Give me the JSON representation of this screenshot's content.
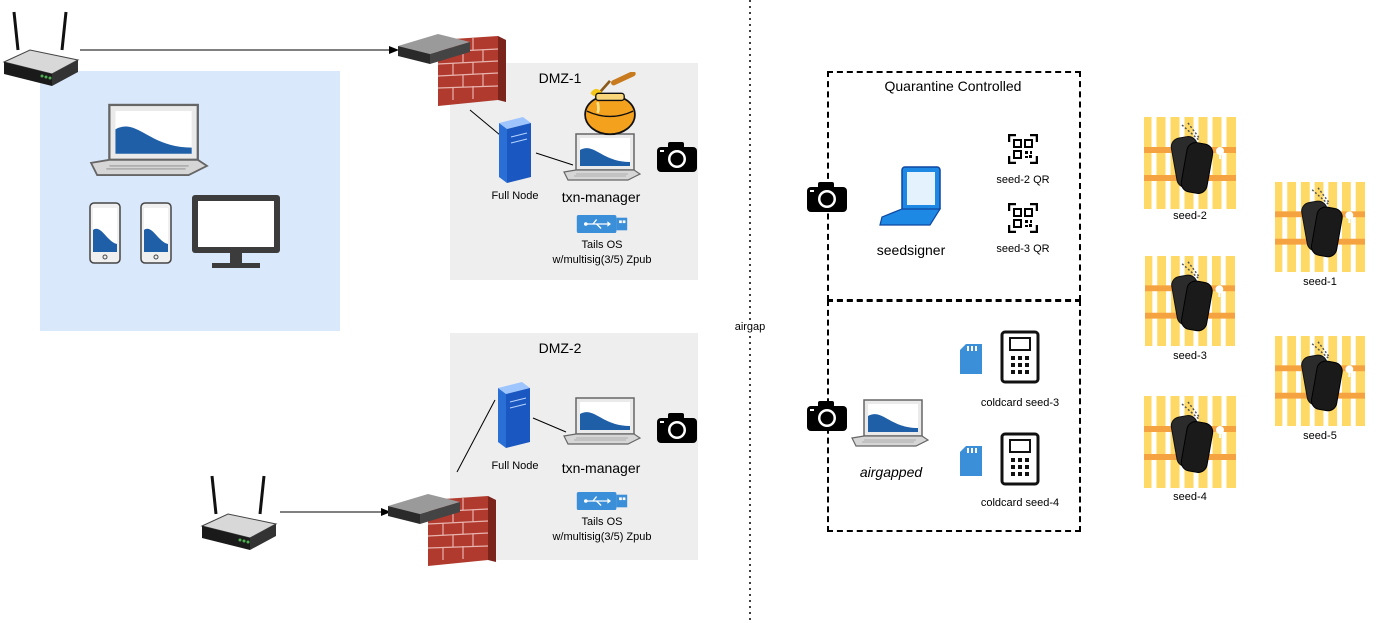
{
  "zones": {
    "dmz1_title": "DMZ-1",
    "dmz2_title": "DMZ-2",
    "quarantine_title": "Quarantine Controlled",
    "airgap_label": "airgap"
  },
  "dmz1": {
    "full_node": "Full Node",
    "txn_manager": "txn-manager",
    "tails_line1": "Tails OS",
    "tails_line2": "w/multisig(3/5) Zpub"
  },
  "dmz2": {
    "full_node": "Full Node",
    "txn_manager": "txn-manager",
    "tails_line1": "Tails OS",
    "tails_line2": "w/multisig(3/5) Zpub"
  },
  "quarantine": {
    "seedsigner": "seedsigner",
    "seed2_qr": "seed-2 QR",
    "seed3_qr": "seed-3 QR",
    "airgapped": "airgapped",
    "coldcard3": "coldcard seed-3",
    "coldcard4": "coldcard seed-4"
  },
  "seeds": [
    "seed-2",
    "seed-1",
    "seed-3",
    "seed-5",
    "seed-4"
  ],
  "colors": {
    "lan_bg": "#dae8fc",
    "dmz_bg": "#eeeeee",
    "brick": "#c0392b",
    "device_blue": "#1f5fa8",
    "safe_yellow": "#ffd966",
    "safe_orange": "#f4a340"
  }
}
